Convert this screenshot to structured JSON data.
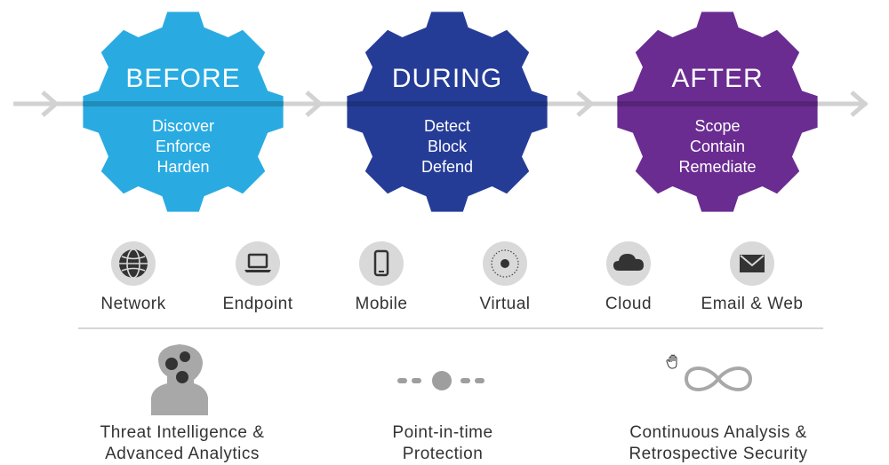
{
  "phases": [
    {
      "title": "BEFORE",
      "lines": [
        "Discover",
        "Enforce",
        "Harden"
      ],
      "color": "#29abe2"
    },
    {
      "title": "DURING",
      "lines": [
        "Detect",
        "Block",
        "Defend"
      ],
      "color": "#253c97"
    },
    {
      "title": "AFTER",
      "lines": [
        "Scope",
        "Contain",
        "Remediate"
      ],
      "color": "#6a2c91"
    }
  ],
  "devices": [
    {
      "label": "Network",
      "icon": "globe-icon"
    },
    {
      "label": "Endpoint",
      "icon": "laptop-icon"
    },
    {
      "label": "Mobile",
      "icon": "phone-icon"
    },
    {
      "label": "Virtual",
      "icon": "virtual-target-icon"
    },
    {
      "label": "Cloud",
      "icon": "cloud-icon"
    },
    {
      "label": "Email & Web",
      "icon": "envelope-icon"
    }
  ],
  "capabilities": [
    {
      "line1": "Threat Intelligence &",
      "line2": "Advanced Analytics",
      "icon": "head-gears-icon"
    },
    {
      "line1": "Point-in-time",
      "line2": "Protection",
      "icon": "point-in-time-icon"
    },
    {
      "line1": "Continuous Analysis &",
      "line2": "Retrospective Security",
      "icon": "infinity-icon"
    }
  ],
  "colors": {
    "timeline": "#d2d2d2",
    "icon_bg": "#d9d9d9",
    "icon_fg": "#333333",
    "text": "#333333"
  }
}
